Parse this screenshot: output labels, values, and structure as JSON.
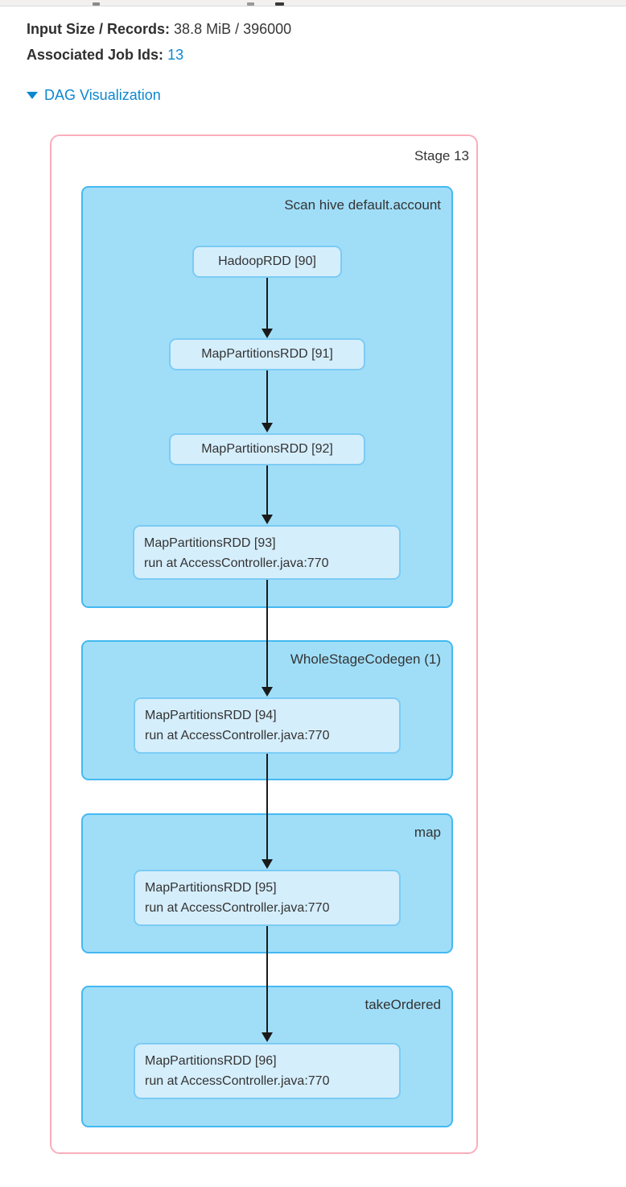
{
  "colors": {
    "link_blue": "#0c88cf",
    "stage_border_pink": "#f9aebe",
    "cluster_fill": "#a0def8",
    "cluster_border": "#44b9f1",
    "node_fill": "#d5eefc",
    "node_border": "#7ccbf4",
    "arrow_black": "#1a1a1a",
    "text": "#333333"
  },
  "metrics": {
    "input_size_label": "Input Size / Records:",
    "input_size_value": "38.8 MiB / 396000",
    "job_ids_label": "Associated Job Ids:",
    "job_ids_value": "13"
  },
  "dag_toggle": {
    "label": "DAG Visualization",
    "state": "expanded",
    "icon": "down-triangle-icon"
  },
  "dag": {
    "stage_label": "Stage 13",
    "clusters": [
      {
        "label": "Scan hive default.account"
      },
      {
        "label": "WholeStageCodegen (1)"
      },
      {
        "label": "map"
      },
      {
        "label": "takeOrdered"
      }
    ],
    "nodes": [
      {
        "label": "HadoopRDD [90]"
      },
      {
        "label": "MapPartitionsRDD [91]"
      },
      {
        "label": "MapPartitionsRDD [92]"
      },
      {
        "label": "MapPartitionsRDD [93]",
        "line2": "run at AccessController.java:770"
      },
      {
        "label": "MapPartitionsRDD [94]",
        "line2": "run at AccessController.java:770"
      },
      {
        "label": "MapPartitionsRDD [95]",
        "line2": "run at AccessController.java:770"
      },
      {
        "label": "MapPartitionsRDD [96]",
        "line2": "run at AccessController.java:770"
      }
    ],
    "edges": [
      [
        "HadoopRDD [90]",
        "MapPartitionsRDD [91]"
      ],
      [
        "MapPartitionsRDD [91]",
        "MapPartitionsRDD [92]"
      ],
      [
        "MapPartitionsRDD [92]",
        "MapPartitionsRDD [93]"
      ],
      [
        "MapPartitionsRDD [93]",
        "MapPartitionsRDD [94]"
      ],
      [
        "MapPartitionsRDD [94]",
        "MapPartitionsRDD [95]"
      ],
      [
        "MapPartitionsRDD [95]",
        "MapPartitionsRDD [96]"
      ]
    ]
  }
}
